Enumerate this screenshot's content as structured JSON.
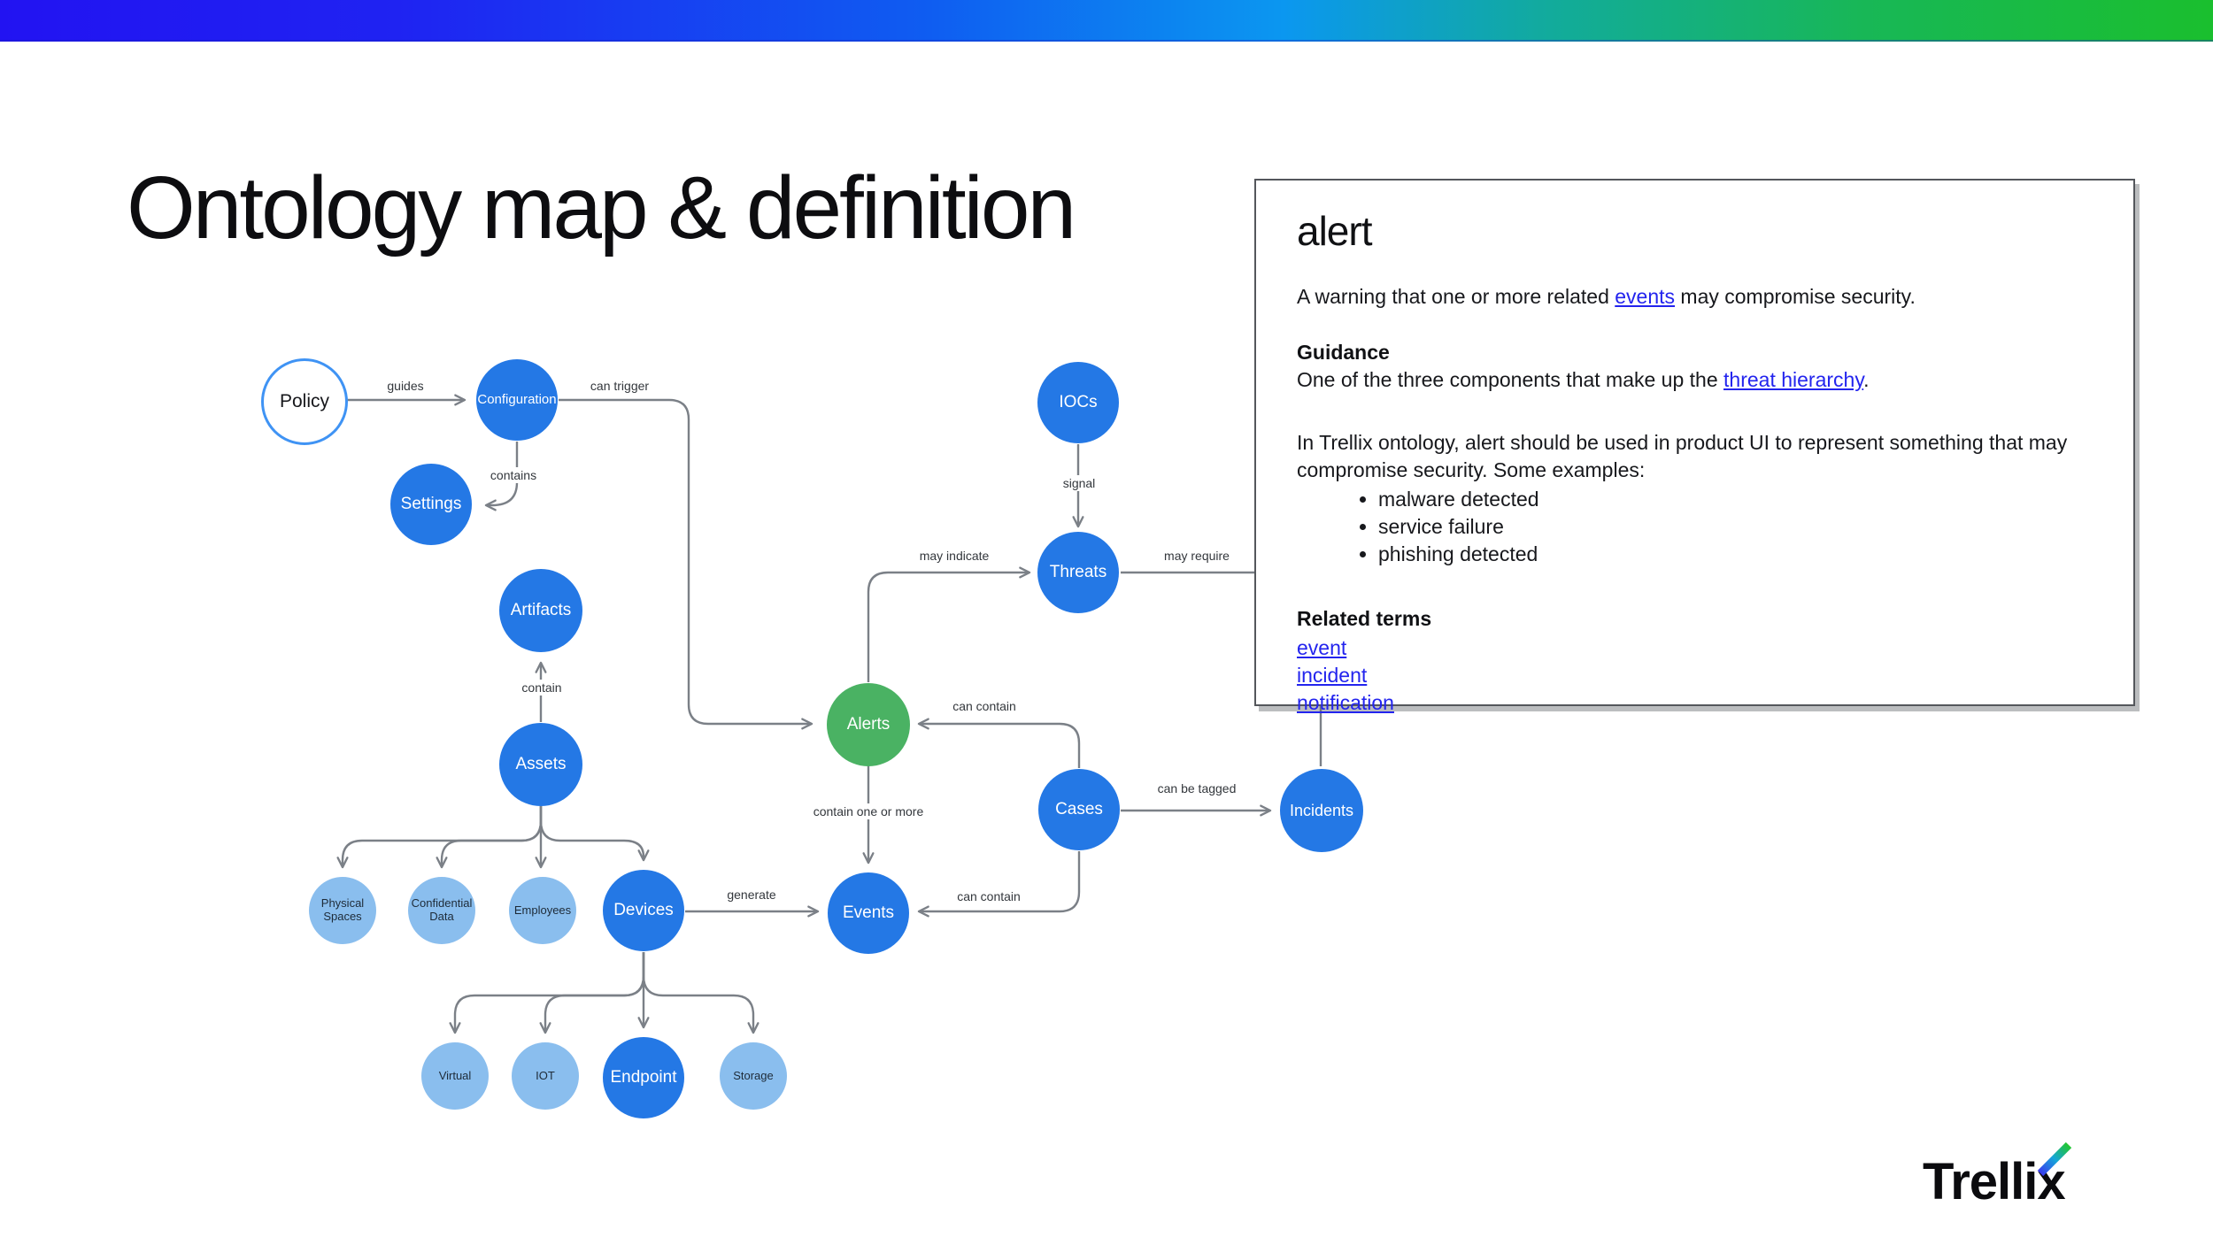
{
  "page": {
    "title": "Ontology map & definition"
  },
  "top_bar": {
    "gradient_start": "#2213f2",
    "gradient_end": "#1abf2e"
  },
  "diagram": {
    "colors": {
      "node_blue": "#2478e5",
      "node_light_blue": "#8abeee",
      "node_green": "#4ab263",
      "edge_gray": "#7b8087",
      "policy_border_blue": "#3f93f4"
    },
    "nodes": {
      "policy": {
        "label": "Policy"
      },
      "configuration": {
        "label": "Configuration"
      },
      "settings": {
        "label": "Settings"
      },
      "artifacts": {
        "label": "Artifacts"
      },
      "assets": {
        "label": "Assets"
      },
      "iocs": {
        "label": "IOCs"
      },
      "threats": {
        "label": "Threats"
      },
      "alerts": {
        "label": "Alerts"
      },
      "cases": {
        "label": "Cases"
      },
      "incidents": {
        "label": "Incidents"
      },
      "events": {
        "label": "Events"
      },
      "devices": {
        "label": "Devices"
      },
      "physical_spaces": {
        "label": "Physical Spaces"
      },
      "confidential_data": {
        "label": "Confidential Data"
      },
      "employees": {
        "label": "Employees"
      },
      "virtual": {
        "label": "Virtual"
      },
      "iot": {
        "label": "IOT"
      },
      "endpoint": {
        "label": "Endpoint"
      },
      "storage": {
        "label": "Storage"
      }
    },
    "edge_labels": {
      "guides": "guides",
      "can_trigger": "can trigger",
      "contains": "contains",
      "contain": "contain",
      "signal": "signal",
      "may_indicate": "may indicate",
      "may_require": "may require",
      "can_contain_alerts": "can contain",
      "can_be_tagged": "can be tagged",
      "contain_one_or_more": "contain one or more",
      "can_contain_events": "can contain",
      "generate": "generate"
    }
  },
  "definition_panel": {
    "term": "alert",
    "intro_prefix": "A warning that one or more related ",
    "intro_link": "events",
    "intro_suffix": " may compromise security.",
    "guidance_heading": "Guidance",
    "guidance_prefix": "One of the three components that make up the ",
    "guidance_link": "threat hierarchy",
    "guidance_suffix": ".",
    "body_text": "In Trellix ontology, alert should be used in product UI to represent something that may compromise security. Some examples:",
    "examples": [
      "malware detected",
      "service failure",
      "phishing detected"
    ],
    "related_heading": "Related terms",
    "related_links": [
      "event",
      "incident",
      "notification"
    ]
  },
  "logo": {
    "text": "Trellix"
  }
}
